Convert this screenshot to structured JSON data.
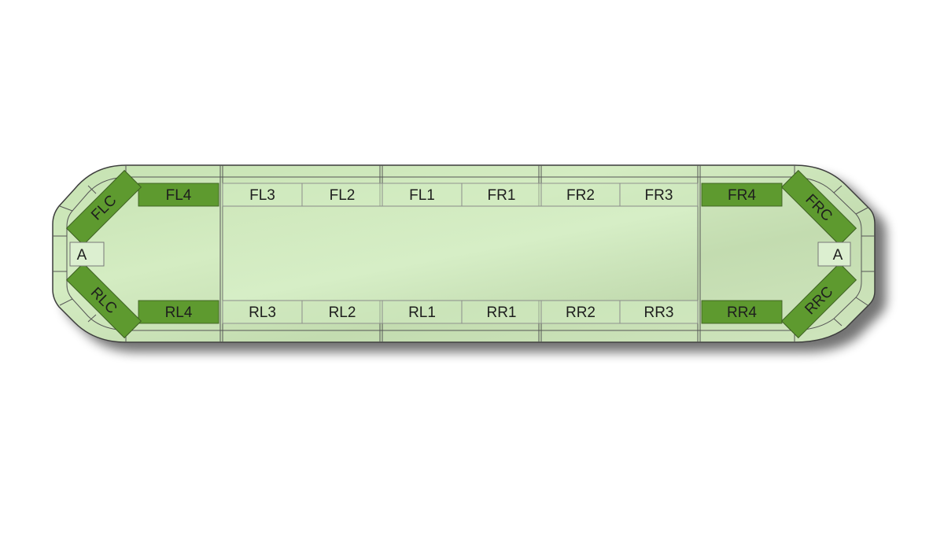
{
  "lightbar": {
    "front_row": [
      {
        "id": "FL4",
        "label": "FL4",
        "active": true
      },
      {
        "id": "FL3",
        "label": "FL3",
        "active": false
      },
      {
        "id": "FL2",
        "label": "FL2",
        "active": false
      },
      {
        "id": "FL1",
        "label": "FL1",
        "active": false
      },
      {
        "id": "FR1",
        "label": "FR1",
        "active": false
      },
      {
        "id": "FR2",
        "label": "FR2",
        "active": false
      },
      {
        "id": "FR3",
        "label": "FR3",
        "active": false
      },
      {
        "id": "FR4",
        "label": "FR4",
        "active": true
      }
    ],
    "rear_row": [
      {
        "id": "RL4",
        "label": "RL4",
        "active": true
      },
      {
        "id": "RL3",
        "label": "RL3",
        "active": false
      },
      {
        "id": "RL2",
        "label": "RL2",
        "active": false
      },
      {
        "id": "RL1",
        "label": "RL1",
        "active": false
      },
      {
        "id": "RR1",
        "label": "RR1",
        "active": false
      },
      {
        "id": "RR2",
        "label": "RR2",
        "active": false
      },
      {
        "id": "RR3",
        "label": "RR3",
        "active": false
      },
      {
        "id": "RR4",
        "label": "RR4",
        "active": true
      }
    ],
    "corners": {
      "front_left": {
        "label": "FLC",
        "active": true
      },
      "rear_left": {
        "label": "RLC",
        "active": true
      },
      "front_right": {
        "label": "FRC",
        "active": true
      },
      "rear_right": {
        "label": "RRC",
        "active": true
      }
    },
    "ends": {
      "left": {
        "label": "A"
      },
      "right": {
        "label": "A"
      }
    }
  },
  "colors": {
    "active_fill": "#5e9a2f",
    "body_light": "#d4ecc4",
    "body_dark": "#bcd6aa",
    "outline": "#4a4a4a"
  }
}
